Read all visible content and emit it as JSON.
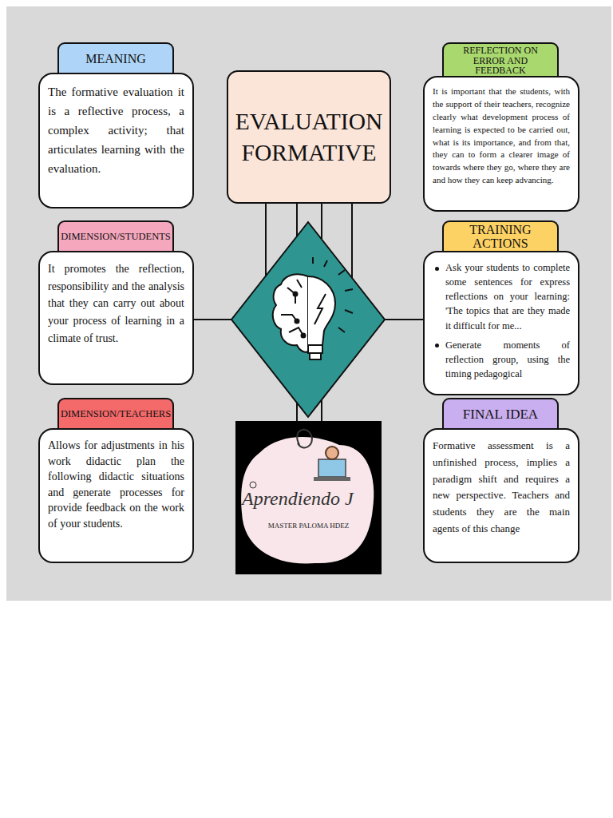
{
  "diagram": {
    "title": "EVALUATION FORMATIVE",
    "nodes": [
      {
        "text": [
          "MEANING",
          "The formative evaluation it is a reflective process, a complex activity; that articulates learning with the evaluation."
        ]
      },
      {
        "text": [
          "EVALUATION FORMATIVE"
        ]
      },
      {
        "text": [
          "REFLECTION ON ERROR AND FEEDBACK",
          "It is important that the students, with the support of their teachers, recognize clearly what development process of learning is expected to be carried out, what is its importance, and from that, they can to form a clearer image of towards where they go, where they are and how they can keep advancing."
        ]
      },
      {
        "text": [
          "DIMENSION/STUDENTS",
          "It promotes the reflection, responsibility and the analysis that they can carry out about your process of learning in a climate of trust."
        ]
      },
      {
        "text": [
          "TRAINING ACTIONS",
          "Ask your students to complete some sentences for express reflections on your learning: 'The topics that are they made it difficult for me...",
          "Generate moments of reflection group, using the timing pedagogical"
        ]
      },
      {
        "text": [
          "DIMENSION/TEACHERS",
          "Allows for adjustments in his work didactic plan the following didactic situations and generate processes for provide feedback on the work of your students."
        ]
      },
      {
        "text": [
          "Aprendiendo J",
          "MASTER PALOMA HDEZ"
        ]
      },
      {
        "text": [
          "FINAL IDEA",
          "Formative assessment is a unfinished process, implies a paradigm shift and requires a new perspective. Teachers and students they are the main agents of this change"
        ]
      }
    ],
    "edges": [
      {
        "from": 0,
        "to": 1,
        "arrow": "none"
      },
      {
        "from": 1,
        "to": 2,
        "arrow": "none"
      },
      {
        "from": 5,
        "to": 6,
        "arrow": "none"
      },
      {
        "from": 6,
        "to": 7,
        "arrow": "none"
      }
    ]
  }
}
